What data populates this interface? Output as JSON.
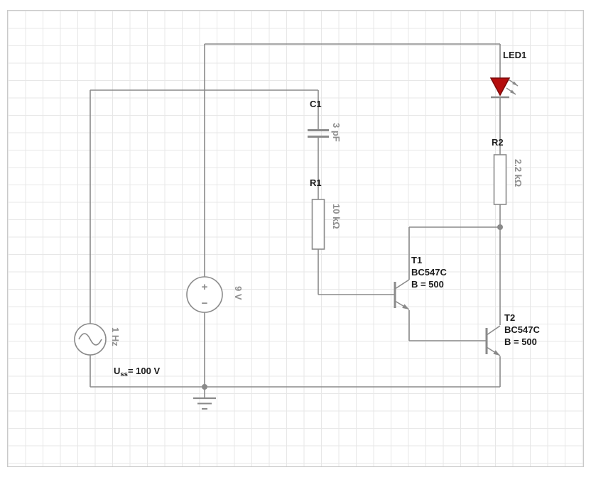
{
  "style": {
    "wire_color": "#8a8a8a",
    "label_color": "#1c1c1c",
    "value_color": "#8f8f8f",
    "grid_color": "#e7e7e7",
    "led_fill": "#b50d0d",
    "led_stroke": "#7a0a0a"
  },
  "components": {
    "ac_source": {
      "name": "U",
      "name_sub": "ss",
      "value": "= 100 V",
      "frequency": "1 Hz"
    },
    "dc_source": {
      "value": "9 V",
      "plus": "+",
      "minus": "−"
    },
    "capacitor_c1": {
      "name": "C1",
      "value": "3 pF"
    },
    "resistor_r1": {
      "name": "R1",
      "value": "10 kΩ"
    },
    "resistor_r2": {
      "name": "R2",
      "value": "2.2 kΩ"
    },
    "led1": {
      "name": "LED1",
      "fill": "#b50d0d"
    },
    "transistor_t1": {
      "name": "T1",
      "part": "BC547C",
      "gain": "B = 500"
    },
    "transistor_t2": {
      "name": "T2",
      "part": "BC547C",
      "gain": "B = 500"
    }
  }
}
